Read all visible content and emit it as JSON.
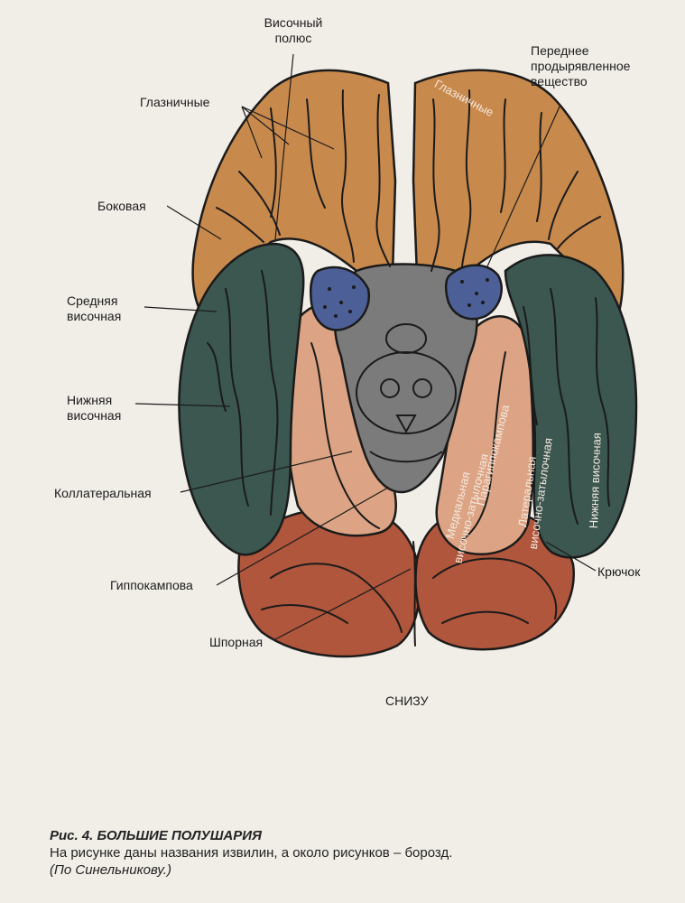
{
  "colors": {
    "frontal": "#c8894c",
    "temporal": "#3b5750",
    "occipital": "#b0563c",
    "parahippocampal": "#dca484",
    "stem": "#7b7b7b",
    "perforated": "#4d5f97",
    "outline": "#1b1b1b",
    "paper": "#f1eee8"
  },
  "labels": {
    "temporal_pole": "Височный\nполюс",
    "orbital_left": "Глазничные",
    "anterior_perforated": "Переднее\nпродырявленное\nвещество",
    "lateral": "Боковая",
    "middle_temporal": "Средняя\nвисочная",
    "inferior_temporal_left": "Нижняя\nвисочная",
    "collateral": "Коллатеральная",
    "hippocampal": "Гиппокампова",
    "calcarine": "Шпорная",
    "uncus": "Крючок",
    "view": "СНИЗУ"
  },
  "inner_labels": {
    "orbital_right": "Глазничные",
    "parahippocampal": "Парагиппокампова",
    "medial_occipitotemporal": "Медиальная\nвисочно-затылочная",
    "lateral_occipitotemporal": "Латеральная\nвисочно-затылочная",
    "inferior_temporal_right": "Нижняя височная"
  },
  "caption": {
    "title": "Рис. 4. БОЛЬШИЕ ПОЛУШАРИЯ",
    "text": "На рисунке даны названия извилин, а около рисунков – борозд.",
    "source": "(По Синельникову.)"
  }
}
